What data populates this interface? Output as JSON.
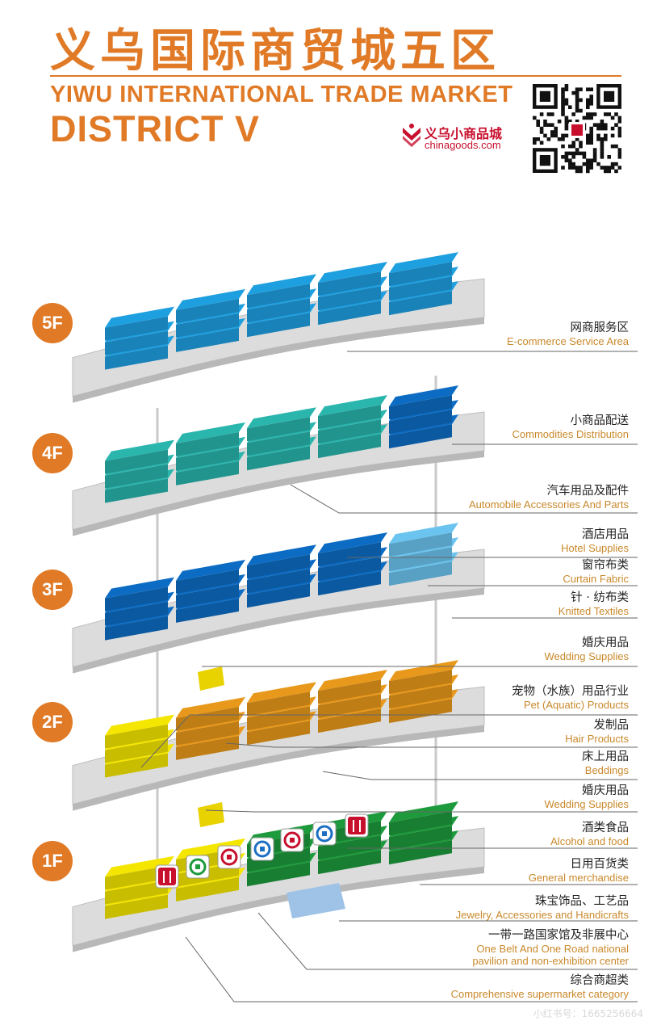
{
  "header": {
    "title_cn": "义乌国际商贸城五区",
    "title_en_line1": "YIWU INTERNATIONAL  TRADE MARKET",
    "title_en_line2": "DISTRICT V",
    "brand_cn": "义乌小商品城",
    "brand_en": "chinagoods.com",
    "qr_icon": "qr-code-icon"
  },
  "floors": [
    {
      "label": "5F"
    },
    {
      "label": "4F"
    },
    {
      "label": "3F"
    },
    {
      "label": "2F"
    },
    {
      "label": "1F"
    }
  ],
  "zones": [
    {
      "cn": "网商服务区",
      "en": "E-commerce Service Area"
    },
    {
      "cn": "小商品配送",
      "en": "Commodities Distribution"
    },
    {
      "cn": "汽车用品及配件",
      "en": "Automobile Accessories And Parts"
    },
    {
      "cn": "酒店用品",
      "en": "Hotel Supplies"
    },
    {
      "cn": "窗帘布类",
      "en": "Curtain Fabric"
    },
    {
      "cn": "针 · 纺布类",
      "en": "Knitted Textiles"
    },
    {
      "cn": "婚庆用品",
      "en": "Wedding Supplies"
    },
    {
      "cn": "宠物（水族）用品行业",
      "en": "Pet (Aquatic) Products"
    },
    {
      "cn": "发制品",
      "en": "Hair Products"
    },
    {
      "cn": "床上用品",
      "en": "Beddings"
    },
    {
      "cn": "婚庆用品",
      "en": "Wedding Supplies"
    },
    {
      "cn": "酒类食品",
      "en": "Alcohol and food"
    },
    {
      "cn": "日用百货类",
      "en": "General merchandise"
    },
    {
      "cn": "珠宝饰品、工艺品",
      "en": "Jewelry, Accessories and Handicrafts"
    },
    {
      "cn": "一带一路国家馆及非展中心",
      "en": "One Belt And One Road national",
      "en2": "pavilion and non-exhibition center"
    },
    {
      "cn": "综合商超类",
      "en": "Comprehensive supermarket category"
    }
  ],
  "icons": [
    "restaurant-icon",
    "agricultural-bank-icon",
    "bank-of-china-icon",
    "postal-bank-icon",
    "icbc-bank-icon",
    "ccb-bank-icon",
    "restaurant-icon"
  ],
  "watermark": "小红书号：1665256664",
  "colors": {
    "accent": "#e07a26",
    "label_en": "#c9892b",
    "floor5": "#1e9fe0",
    "floor4": "#2ab5ad",
    "floor3_dark": "#0c6cc4",
    "floor3_light": "#6bc4ef",
    "floor2": "#e8981a",
    "floor1_green": "#1d9a3c",
    "floor1_yellow": "#f5e600"
  }
}
